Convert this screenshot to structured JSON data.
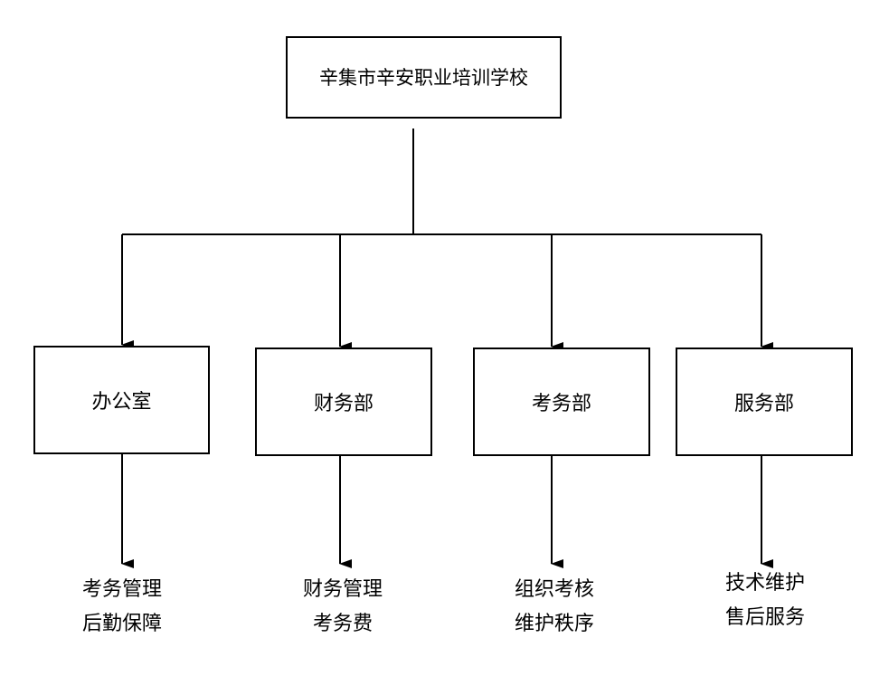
{
  "root": {
    "title": "辛集市辛安职业培训学校"
  },
  "departments": [
    {
      "name": "办公室",
      "duties": [
        "考务管理",
        "后勤保障"
      ]
    },
    {
      "name": "财务部",
      "duties": [
        "财务管理",
        "考务费"
      ]
    },
    {
      "name": "考务部",
      "duties": [
        "组织考核",
        "维护秩序"
      ]
    },
    {
      "name": "服务部",
      "duties": [
        "技术维护",
        "售后服务"
      ]
    }
  ]
}
